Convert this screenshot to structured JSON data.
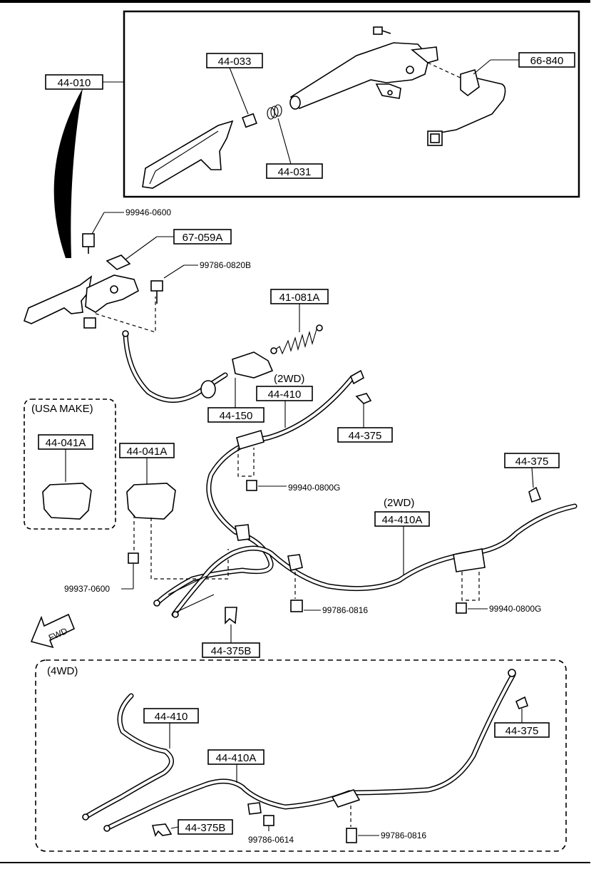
{
  "labels": {
    "p44_010": "44-010",
    "p44_033": "44-033",
    "p44_031": "44-031",
    "p66_840": "66-840",
    "p99946_0600": "99946-0600",
    "p67_059A": "67-059A",
    "p99786_0820B": "99786-0820B",
    "p41_081A": "41-081A",
    "p44_150": "44-150",
    "wd2_a": "(2WD)",
    "p44_410": "44-410",
    "p44_375_a": "44-375",
    "usa_make": "(USA MAKE)",
    "p44_041A_usa": "44-041A",
    "p44_041A": "44-041A",
    "p99940_0800G_a": "99940-0800G",
    "p44_375_b": "44-375",
    "wd2_b": "(2WD)",
    "p44_410A": "44-410A",
    "p99937_0600": "99937-0600",
    "p99786_0816_a": "99786-0816",
    "p99940_0800G_b": "99940-0800G",
    "fwd": "FWD",
    "p44_375B": "44-375B",
    "wd4": "(4WD)",
    "p44_410_4wd": "44-410",
    "p44_410A_4wd": "44-410A",
    "p44_375_4wd": "44-375",
    "p44_375B_4wd": "44-375B",
    "p99786_0614": "99786-0614",
    "p99786_0816_b": "99786-0816"
  }
}
